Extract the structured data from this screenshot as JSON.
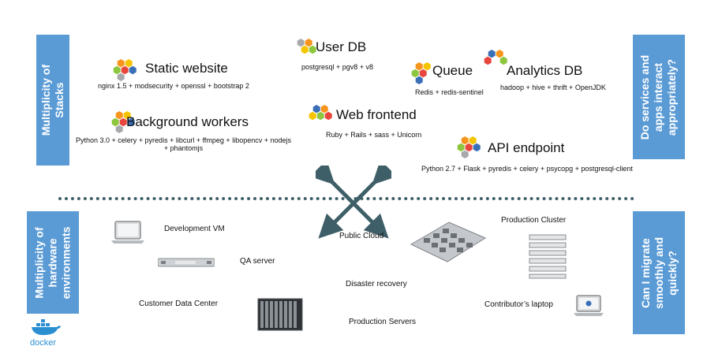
{
  "side_labels": {
    "stacks": "Multiplicity of\nStacks",
    "hardware": "Multiplicity of\nhardware\nenvironments",
    "services": "Do services and\napps interact\nappropriately?",
    "migrate": "Can I migrate\nsmoothly and\nquickly?"
  },
  "stacks": [
    {
      "title": "Static website",
      "components": "nginx 1.5 + modsecurity + openssl + bootstrap 2"
    },
    {
      "title": "User DB",
      "components": "postgresql + pgv8 + v8"
    },
    {
      "title": "Queue",
      "components": "Redis + redis-sentinel"
    },
    {
      "title": "Analytics DB",
      "components": "hadoop + hive + thrift + OpenJDK"
    },
    {
      "title": "Background workers",
      "components": "Python 3.0 + celery + pyredis + libcurl + ffmpeg + libopencv + nodejs\n+ phantomjs"
    },
    {
      "title": "Web frontend",
      "components": "Ruby + Rails + sass + Unicorn"
    },
    {
      "title": "API endpoint",
      "components": "Python 2.7 + Flask + pyredis + celery + psycopg + postgresql-client"
    }
  ],
  "environments": [
    "Development VM",
    "QA server",
    "Public Cloud",
    "Production Cluster",
    "Disaster recovery",
    "Customer Data Center",
    "Contributor’s laptop",
    "Production Servers"
  ],
  "logo_text": "docker",
  "colors": {
    "label_bg": "#5b9bd5",
    "divider": "#3f5f68",
    "arrow": "#3f5f68",
    "hex_orange": "#f7941d",
    "hex_yellow": "#f5c400",
    "hex_green": "#8dc63f",
    "hex_red": "#e8453c",
    "hex_blue": "#3a6fb7",
    "hex_gray": "#a7a9ac"
  },
  "icons": [
    "hexagon-cluster-icon",
    "laptop-icon",
    "rack-server-icon",
    "cloud-datacenter-icon",
    "server-stack-icon",
    "blade-server-icon",
    "docker-whale-icon"
  ]
}
